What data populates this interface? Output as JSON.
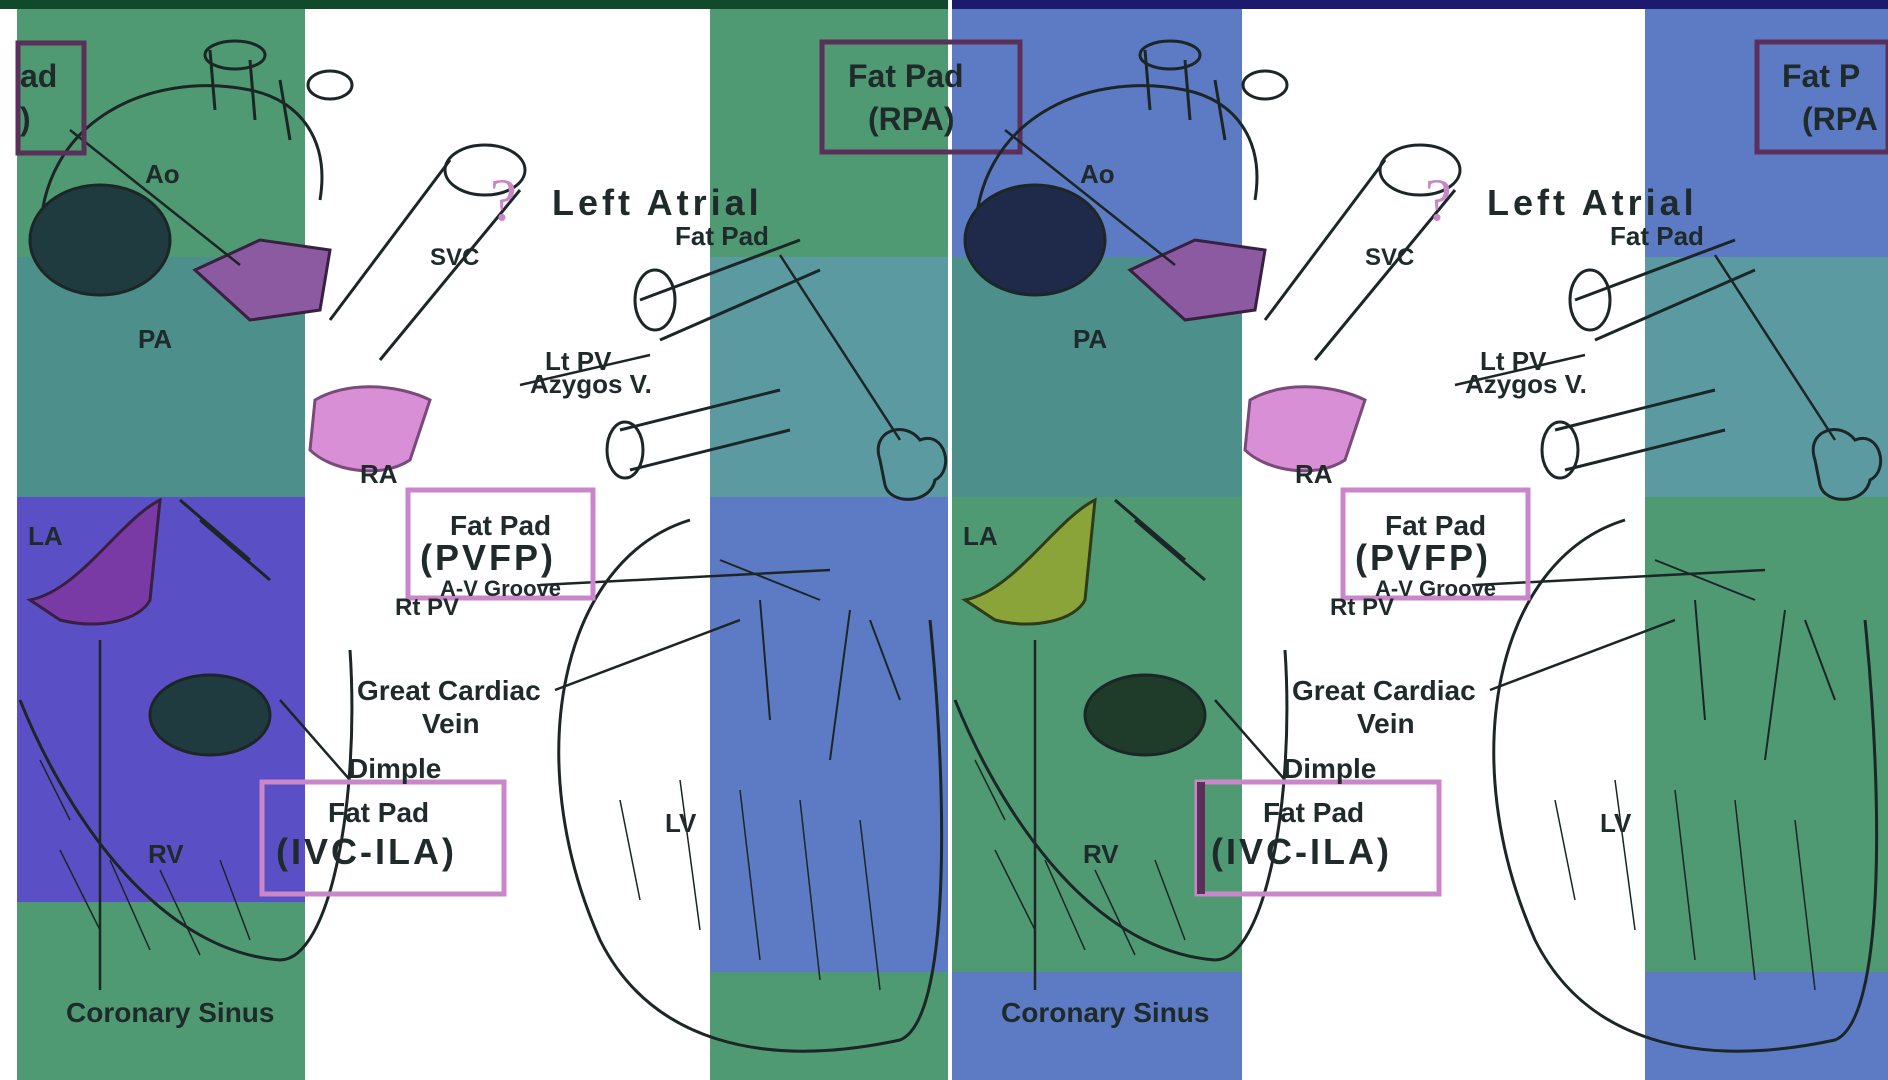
{
  "panel_left": {
    "labels": {
      "ao": "Ao",
      "pa": "PA",
      "la": "LA",
      "ra": "RA",
      "rv": "RV",
      "lv": "LV",
      "svc": "SVC",
      "lt_pv": "Lt PV",
      "azygos": "Azygos V.",
      "rt_pv": "Rt PV",
      "av_groove": "A-V Groove",
      "great_cardiac": "Great Cardiac",
      "vein": "Vein",
      "dimple": "Dimple",
      "coronary_sinus": "Coronary Sinus",
      "left_atrial": "Left Atrial",
      "la_fat_pad": "Fat Pad",
      "clipped_fat_pad": "ad",
      "clipped_rpa": ")"
    },
    "boxes": {
      "rpa_title": "Fat Pad",
      "rpa_sub": "(RPA)",
      "pvfp_title": "Fat Pad",
      "pvfp_sub": "(PVFP)",
      "ivc_title": "Fat Pad",
      "ivc_sub": "(IVC-ILA)"
    }
  },
  "panel_right": {
    "labels": {
      "ao": "Ao",
      "pa": "PA",
      "la": "LA",
      "ra": "RA",
      "rv": "RV",
      "lv": "LV",
      "svc": "SVC",
      "lt_pv": "Lt PV",
      "azygos": "Azygos V.",
      "rt_pv": "Rt PV",
      "av_groove": "A-V Groove",
      "great_cardiac": "Great Cardiac",
      "vein": "Vein",
      "dimple": "Dimple",
      "coronary_sinus": "Coronary Sinus",
      "left_atrial": "Left Atrial",
      "la_fat_pad": "Fat Pad"
    },
    "boxes": {
      "rpa_title": "Fat Pad",
      "rpa_sub": "(RPA)",
      "pvfp_title": "Fat Pad",
      "pvfp_sub": "(PVFP)",
      "ivc_title": "Fat Pad",
      "ivc_sub": "(IVC-ILA)",
      "clipped_title": "Fat P",
      "clipped_sub": "(RPA"
    }
  },
  "colors": {
    "green_band": "#4f9a73",
    "blue_band": "#5d7bc4",
    "purple_band": "#5b4fc6",
    "teal_band": "#6aa8b0",
    "box_purple": "#c987c9",
    "box_dark": "#5a2f5a",
    "fat_pink": "#d98fd6",
    "fat_green": "#8aa43a",
    "line": "#1c2626"
  }
}
